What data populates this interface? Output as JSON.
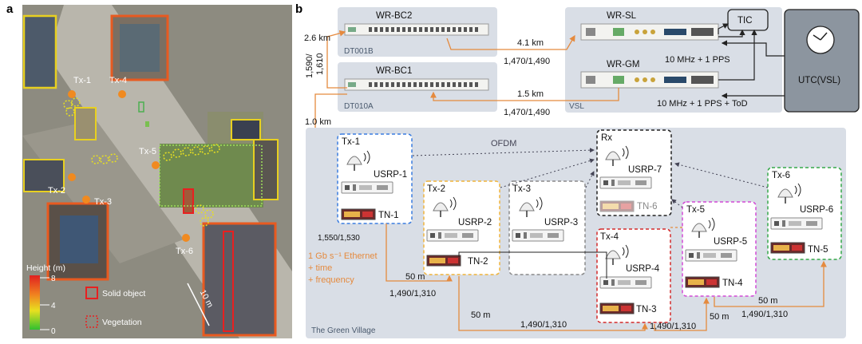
{
  "panel_a": {
    "letter": "a",
    "tx_labels": [
      "Tx-1",
      "Tx-4",
      "Tx-5",
      "Tx-2",
      "Tx-3",
      "Tx-6"
    ],
    "legend_title": "Height (m)",
    "legend_ticks": [
      "8",
      "4",
      "0"
    ],
    "solid_object": "Solid object",
    "vegetation": "Vegetation",
    "scale": "10 m"
  },
  "panel_b": {
    "letter": "b",
    "bc2": "WR-BC2",
    "bc1": "WR-BC1",
    "dt001b": "DT001B",
    "dt010a": "DT010A",
    "wr_sl": "WR-SL",
    "wr_gm": "WR-GM",
    "tic": "TIC",
    "utc": "UTC(VSL)",
    "vsl": "VSL",
    "d_26": "2.6 km",
    "d_1590": "1,590/",
    "d_1610": "1,610",
    "d_41": "4.1 km",
    "d_14701490a": "1,470/1,490",
    "d_15": "1.5 km",
    "d_14701490b": "1,470/1,490",
    "pps1": "10 MHz + 1 PPS",
    "pps2": "10 MHz + 1 PPS + ToD",
    "d_10": "1.0 km",
    "ofdm": "OFDM",
    "d_15501530": "1,550/1,530",
    "eth1": "1 Gb s⁻¹ Ethernet",
    "eth2": "+ time",
    "eth3": "+ frequency",
    "d_50a": "50 m",
    "d_14901310a": "1,490/1,310",
    "d_50b": "50 m",
    "d_14901310b": "1,490/1,310",
    "d_14901310c": "1,490/1,310",
    "d_50c": "50 m",
    "d_50d": "50 m",
    "d_14901310d": "1,490/1,310",
    "green_village": "The Green Village",
    "tx1": "Tx-1",
    "usrp1": "USRP-1",
    "tn1": "TN-1",
    "tx2": "Tx-2",
    "usrp2": "USRP-2",
    "tn2": "TN-2",
    "tx3": "Tx-3",
    "usrp3": "USRP-3",
    "tx4": "Tx-4",
    "usrp4": "USRP-4",
    "tn3": "TN-3",
    "tx5": "Tx-5",
    "usrp5": "USRP-5",
    "tn4": "TN-4",
    "tx6": "Tx-6",
    "usrp6": "USRP-6",
    "tn5": "TN-5",
    "rx": "Rx",
    "usrp7": "USRP-7",
    "tn6": "TN-6"
  },
  "colors": {
    "orange": "#e58a3e",
    "region_gray": "#d9dee6",
    "tx1": "#3a7de0",
    "tx2": "#f0b43a",
    "tx3": "#8a8a8a",
    "tx4": "#d42a2a",
    "tx5": "#d24ad6",
    "tx6": "#36a84a",
    "rx": "#222222"
  }
}
